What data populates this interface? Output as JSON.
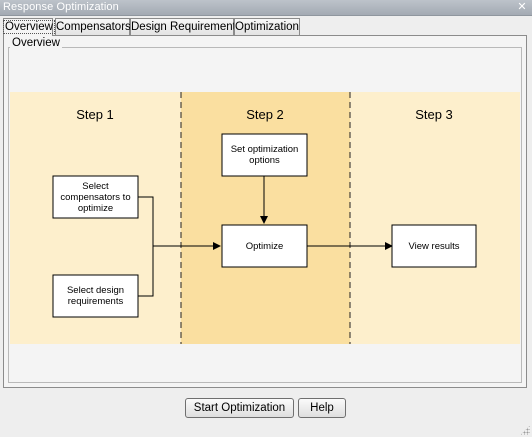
{
  "window": {
    "title": "Response Optimization",
    "close_icon": "close-icon"
  },
  "tabs": [
    {
      "label": "Overview",
      "active": true
    },
    {
      "label": "Compensators",
      "active": false
    },
    {
      "label": "Design Requirements",
      "active": false
    },
    {
      "label": "Optimization",
      "active": false
    }
  ],
  "panel": {
    "group_label": "Overview"
  },
  "diagram": {
    "steps": [
      "Step 1",
      "Step 2",
      "Step 3"
    ],
    "boxes": {
      "select_compensators": [
        "Select",
        "compensators to",
        "optimize"
      ],
      "select_requirements": [
        "Select design",
        "requirements"
      ],
      "set_options": [
        "Set optimization",
        "options"
      ],
      "optimize": [
        "Optimize"
      ],
      "view_results": [
        "View results"
      ]
    },
    "colors": {
      "step_bg": "#fdefcc",
      "active_step_bg": "#fadfa0",
      "background": "#f4f4f4"
    }
  },
  "buttons": {
    "start": "Start Optimization",
    "help": "Help"
  }
}
